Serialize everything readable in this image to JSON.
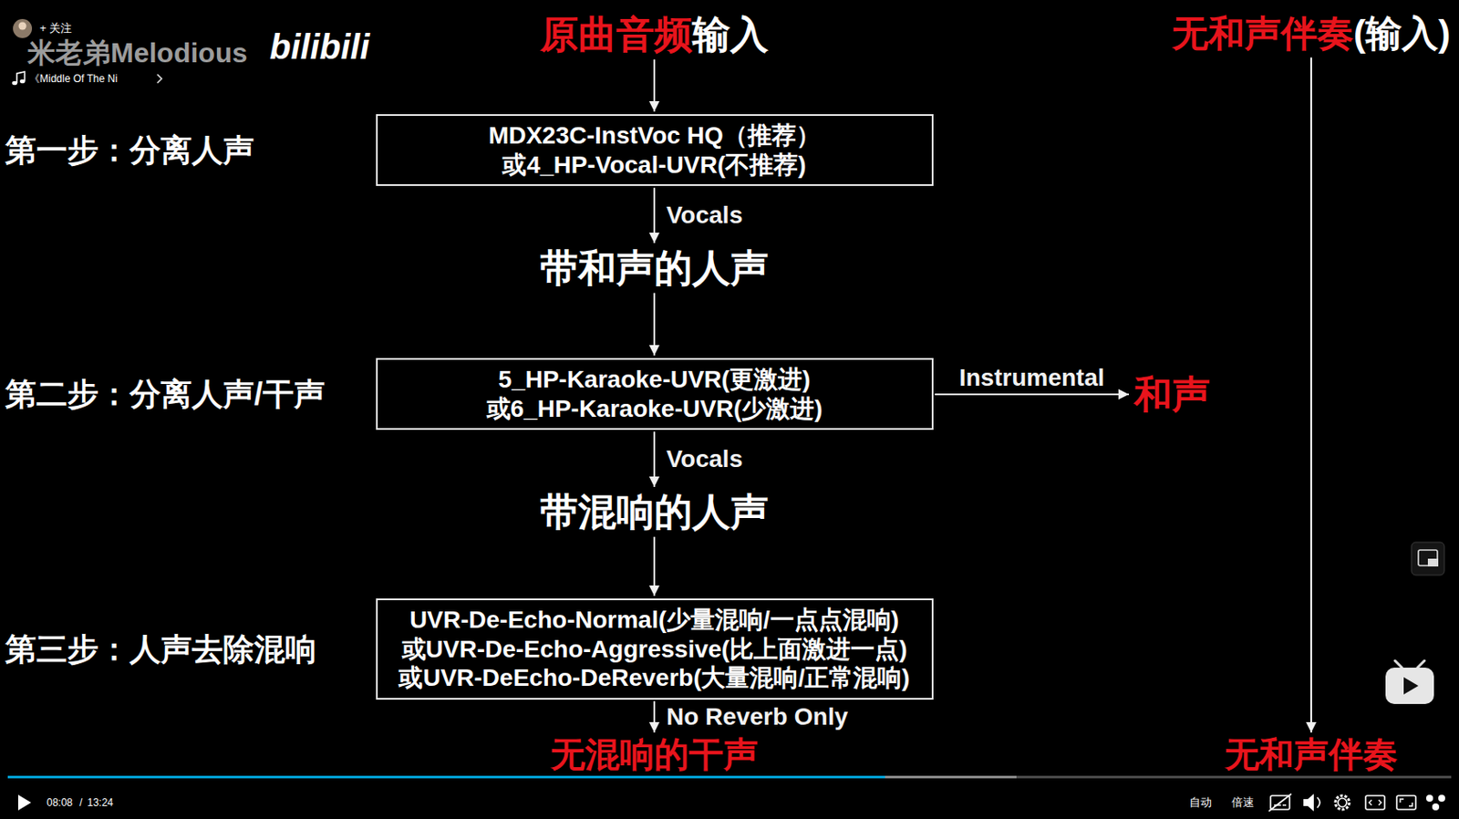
{
  "diagram": {
    "nodes": [
      {
        "text": [
          "原曲音频",
          "输入"
        ]
      },
      {
        "text": [
          "无和声伴奏",
          "(输入)"
        ]
      },
      {
        "text": [
          "MDX23C-InstVoc HQ（推荐）",
          "或4_HP-Vocal-UVR(不推荐)"
        ]
      },
      {
        "text": [
          "带和声的人声"
        ]
      },
      {
        "text": [
          "5_HP-Karaoke-UVR(更激进)",
          "或6_HP-Karaoke-UVR(少激进)"
        ]
      },
      {
        "text": [
          "和声"
        ]
      },
      {
        "text": [
          "带混响的人声"
        ]
      },
      {
        "text": [
          "UVR-De-Echo-Normal(少量混响/一点点混响)",
          "或UVR-De-Echo-Aggressive(比上面激进一点)",
          "或UVR-DeEcho-DeReverb(大量混响/正常混响)"
        ]
      },
      {
        "text": [
          "无混响的干声"
        ]
      },
      {
        "text": [
          "无和声伴奏"
        ]
      }
    ],
    "edges": [
      {
        "from": 0,
        "to": 2,
        "arrow": "to"
      },
      {
        "from": 2,
        "to": 3,
        "label": "Vocals",
        "arrow": "to"
      },
      {
        "from": 3,
        "to": 4,
        "arrow": "to"
      },
      {
        "from": 4,
        "to": 5,
        "label": "Instrumental",
        "arrow": "to"
      },
      {
        "from": 4,
        "to": 6,
        "label": "Vocals",
        "arrow": "to"
      },
      {
        "from": 6,
        "to": 7,
        "arrow": "to"
      },
      {
        "from": 7,
        "to": 8,
        "label": "No Reverb Only",
        "arrow": "to"
      },
      {
        "from": 1,
        "to": 9,
        "arrow": "to"
      }
    ],
    "labels": [
      "+ 关注",
      "米老弟Melodious",
      "bilibili",
      "《Middle Of The Ni",
      "第一步：分离人声",
      "第二步：分离人声/干声",
      "第三步：人声去除混响",
      "08:08",
      "/",
      "13:24",
      "自动",
      "倍速"
    ]
  }
}
